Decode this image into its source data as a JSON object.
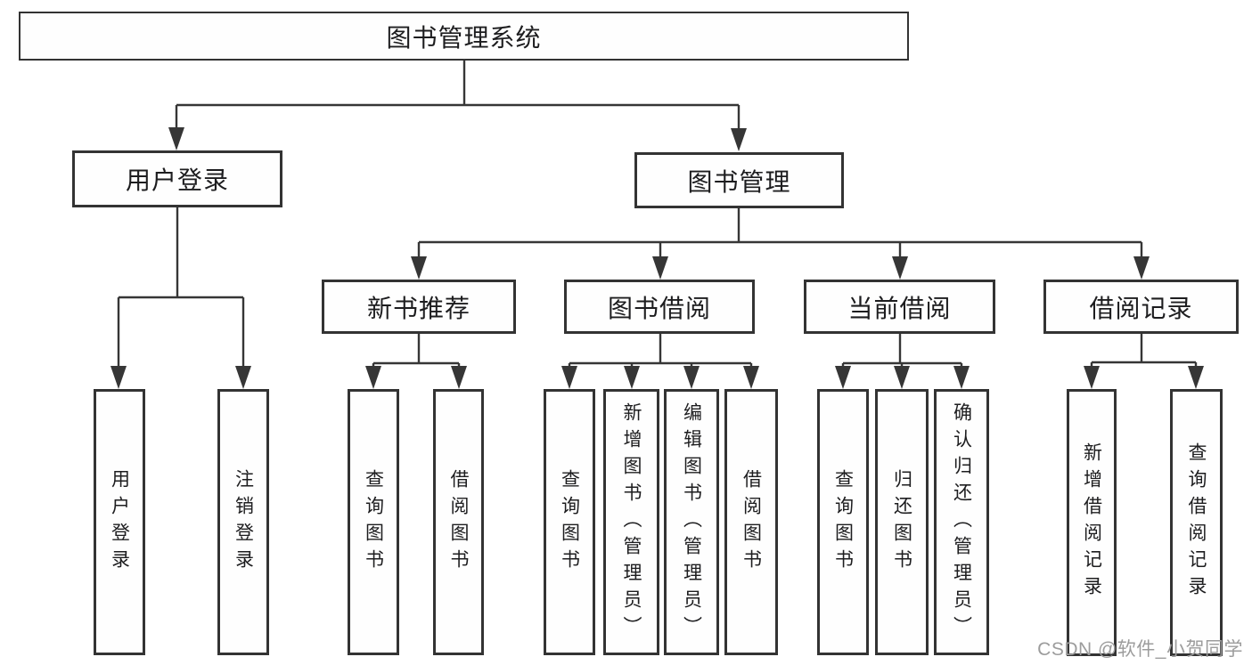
{
  "diagram": {
    "root": {
      "label": "图书管理系统",
      "children": [
        {
          "label": "用户登录",
          "children": [
            {
              "label": "用户登录"
            },
            {
              "label": "注销登录"
            }
          ]
        },
        {
          "label": "图书管理",
          "children": [
            {
              "label": "新书推荐",
              "children": [
                {
                  "label": "查询图书"
                },
                {
                  "label": "借阅图书"
                }
              ]
            },
            {
              "label": "图书借阅",
              "children": [
                {
                  "label": "查询图书"
                },
                {
                  "label": "新增图书（管理员）"
                },
                {
                  "label": "编辑图书（管理员）"
                },
                {
                  "label": "借阅图书"
                }
              ]
            },
            {
              "label": "当前借阅",
              "children": [
                {
                  "label": "查询图书"
                },
                {
                  "label": "归还图书"
                },
                {
                  "label": "确认归还（管理员）"
                }
              ]
            },
            {
              "label": "借阅记录",
              "children": [
                {
                  "label": "新增借阅记录"
                },
                {
                  "label": "查询借阅记录"
                }
              ]
            }
          ]
        }
      ]
    },
    "colors": {
      "line": "#363636",
      "box_border": "#333333",
      "text": "#1d1d1f",
      "watermark": "#9c9c9c",
      "background": "#ffffff"
    }
  },
  "watermark": {
    "text": "CSDN @软件_小贺同学"
  }
}
